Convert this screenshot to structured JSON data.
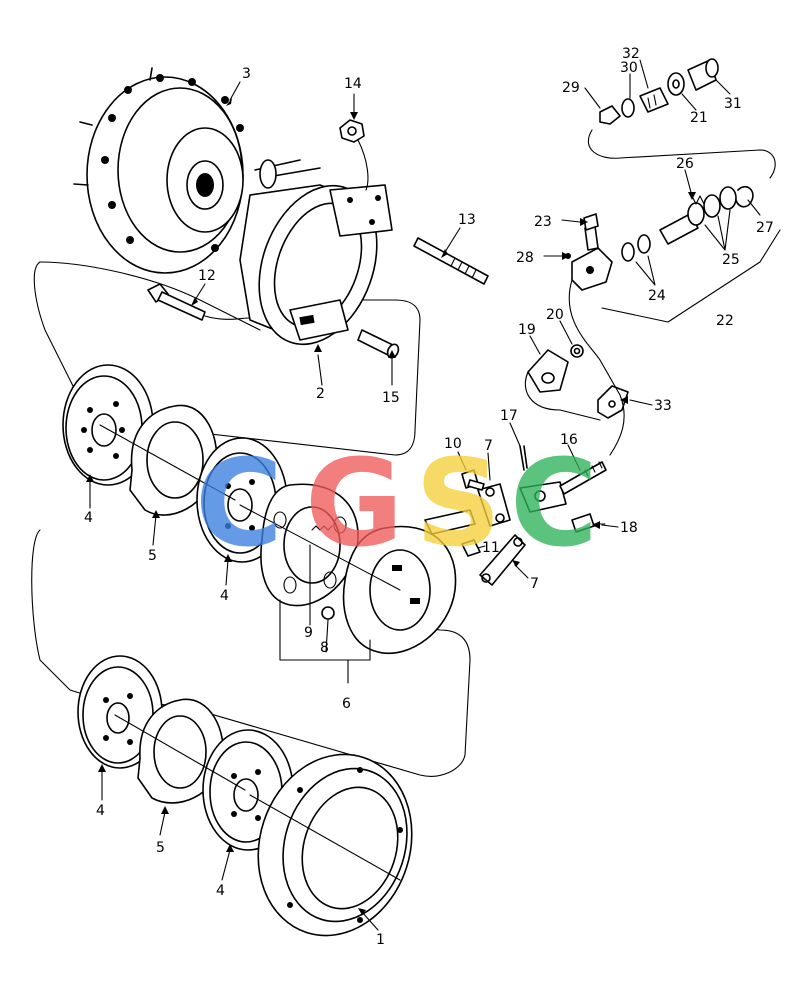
{
  "watermark": {
    "letters": [
      "C",
      "G",
      "S",
      "C"
    ],
    "colors": [
      "#3b7fe0",
      "#ef5a5a",
      "#f6cf3a",
      "#2fb35a"
    ]
  },
  "callouts": [
    {
      "id": "c3",
      "text": "3"
    },
    {
      "id": "c14",
      "text": "14"
    },
    {
      "id": "c13",
      "text": "13"
    },
    {
      "id": "c12",
      "text": "12"
    },
    {
      "id": "c2",
      "text": "2"
    },
    {
      "id": "c15",
      "text": "15"
    },
    {
      "id": "c4a",
      "text": "4"
    },
    {
      "id": "c5a",
      "text": "5"
    },
    {
      "id": "c4b",
      "text": "4"
    },
    {
      "id": "c9",
      "text": "9"
    },
    {
      "id": "c8",
      "text": "8"
    },
    {
      "id": "c6",
      "text": "6"
    },
    {
      "id": "c10",
      "text": "10"
    },
    {
      "id": "c7a",
      "text": "7"
    },
    {
      "id": "c11",
      "text": "11"
    },
    {
      "id": "c7b",
      "text": "7"
    },
    {
      "id": "c17",
      "text": "17"
    },
    {
      "id": "c16",
      "text": "16"
    },
    {
      "id": "c18",
      "text": "18"
    },
    {
      "id": "c33",
      "text": "33"
    },
    {
      "id": "c19",
      "text": "19"
    },
    {
      "id": "c20",
      "text": "20"
    },
    {
      "id": "c22",
      "text": "22"
    },
    {
      "id": "c23",
      "text": "23"
    },
    {
      "id": "c28",
      "text": "28"
    },
    {
      "id": "c24",
      "text": "24"
    },
    {
      "id": "c25",
      "text": "25"
    },
    {
      "id": "c26",
      "text": "26"
    },
    {
      "id": "c27",
      "text": "27"
    },
    {
      "id": "c29",
      "text": "29"
    },
    {
      "id": "c30",
      "text": "30"
    },
    {
      "id": "c32",
      "text": "32"
    },
    {
      "id": "c21",
      "text": "21"
    },
    {
      "id": "c31",
      "text": "31"
    },
    {
      "id": "c4c",
      "text": "4"
    },
    {
      "id": "c5b",
      "text": "5"
    },
    {
      "id": "c4d",
      "text": "4"
    },
    {
      "id": "c1",
      "text": "1"
    }
  ]
}
